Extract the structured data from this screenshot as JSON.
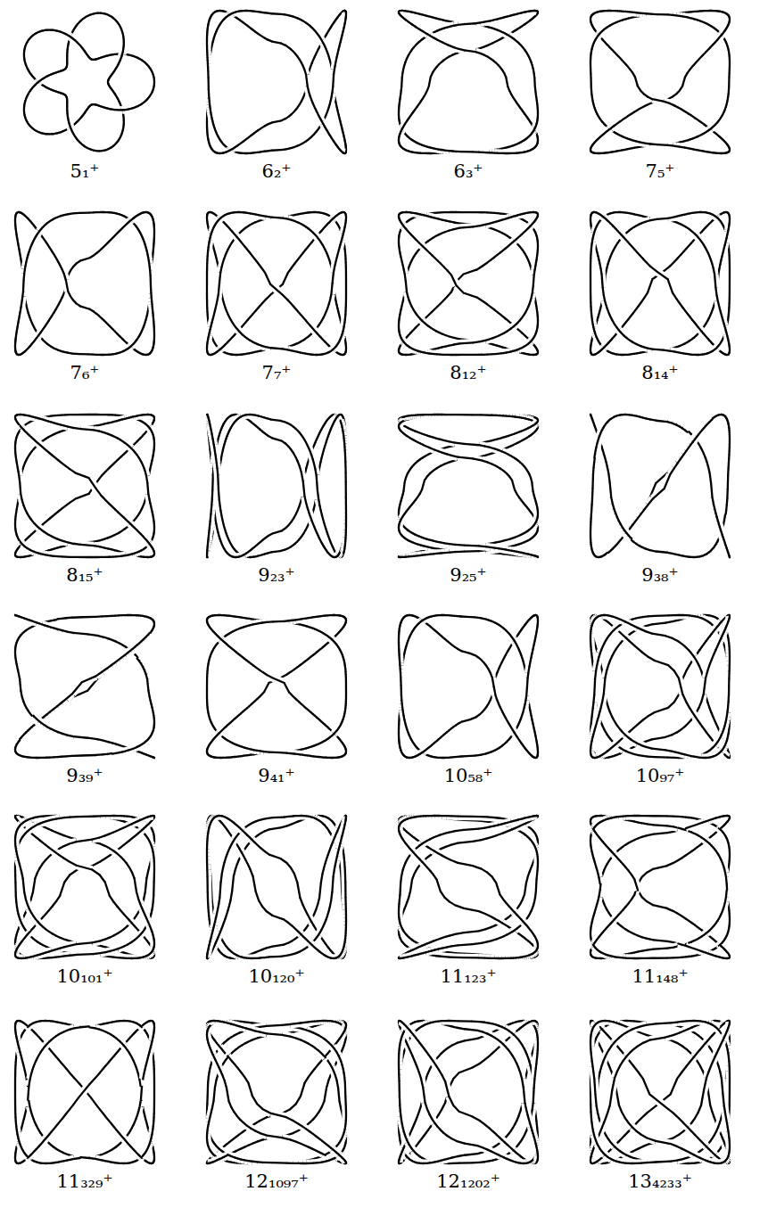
{
  "diagram": {
    "labels": [
      "5₁⁺",
      "6₂⁺",
      "6₃⁺",
      "7₅⁺",
      "7₆⁺",
      "7₇⁺",
      "8₁₂⁺",
      "8₁₄⁺",
      "8₁₅⁺",
      "9₂₃⁺",
      "9₂₅⁺",
      "9₃₈⁺",
      "9₃₉⁺",
      "9₄₁⁺",
      "10₅₈⁺",
      "10₉₇⁺",
      "10₁₀₁⁺",
      "10₁₂₀⁺",
      "11₁₂₃⁺",
      "11₁₄₈⁺",
      "11₃₂₉⁺",
      "12₁₀₉₇⁺",
      "12₁₂₀₂⁺",
      "13₄₂₃₃⁺"
    ]
  }
}
